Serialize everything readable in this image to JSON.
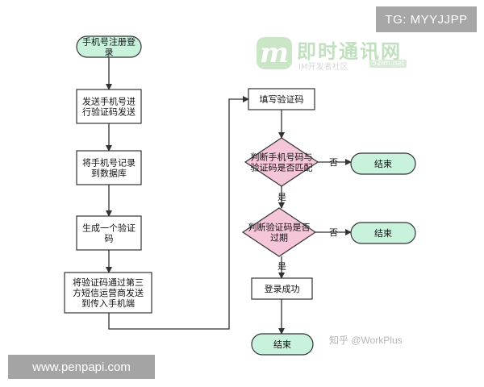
{
  "header": {
    "tag": "TG: MYYJJPP"
  },
  "footer": {
    "site": "www.penpapi.com"
  },
  "logo": {
    "mark": "m",
    "title": "即时通讯网",
    "subtitle": "IM开发者社区",
    "site": "52im.net"
  },
  "watermark": "知乎 @WorkPlus",
  "colors": {
    "terminal_fill": "#c9f2dd",
    "decision_fill": "#f5c6d9",
    "process_fill": "#ffffff",
    "stroke": "#333333"
  },
  "nodes": {
    "start": [
      "手机号注册登",
      "录"
    ],
    "send_code": [
      "发送手机号进",
      "行验证码发送"
    ],
    "record_db": [
      "将手机号记录",
      "到数据库"
    ],
    "generate_code": [
      "生成一个验证",
      "码"
    ],
    "sms_send": [
      "将验证码通过第三",
      "方短信运营商发送",
      "到传入手机端"
    ],
    "fill_code": [
      "填写验证码"
    ],
    "check_match": [
      "判断手机号码与",
      "验证码是否匹配"
    ],
    "end_1": [
      "结束"
    ],
    "check_expired": [
      "判断验证码是否",
      "过期"
    ],
    "end_2": [
      "结束"
    ],
    "login_success": [
      "登录成功"
    ],
    "end_3": [
      "结束"
    ]
  },
  "edge_labels": {
    "no_1": "否",
    "yes_1": "是",
    "no_2": "否",
    "yes_2": "是"
  }
}
